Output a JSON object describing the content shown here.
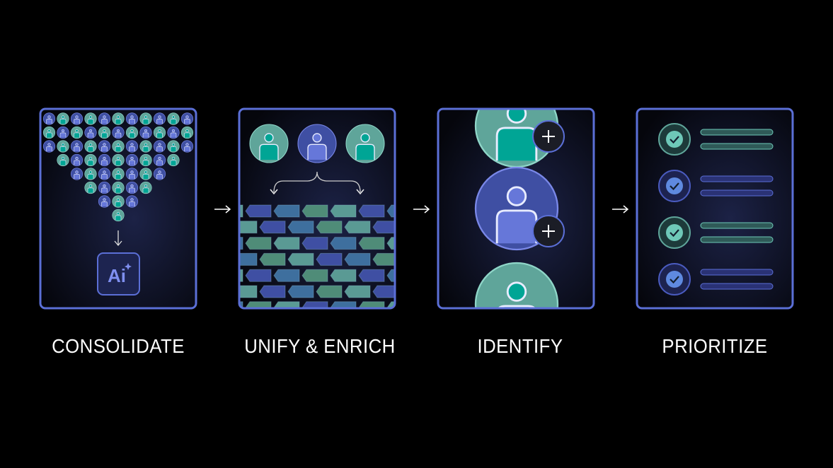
{
  "steps": [
    {
      "label": "CONSOLIDATE",
      "icon": "people-funnel"
    },
    {
      "label": "UNIFY & ENRICH",
      "icon": "profile-tags"
    },
    {
      "label": "IDENTIFY",
      "icon": "add-profile"
    },
    {
      "label": "PRIORITIZE",
      "icon": "checklist"
    }
  ],
  "ai_badge": "Ai",
  "colors": {
    "border": "#5b6fd6",
    "teal": "#5fa59a",
    "teal_fill": "#00a595",
    "blue": "#3f4fa3",
    "blue_fill": "#6677d9",
    "background": "#000000"
  }
}
